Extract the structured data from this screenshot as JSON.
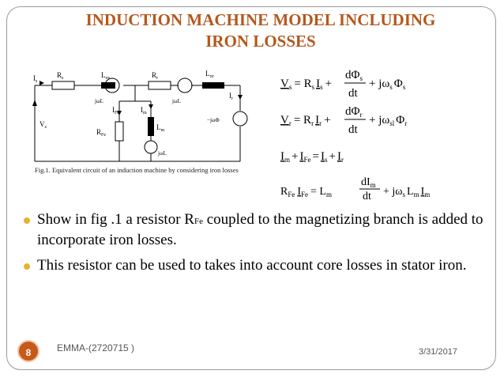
{
  "slide": {
    "title_line1": "INDUCTION MACHINE MODEL INCLUDING",
    "title_line2": "IRON LOSSES"
  },
  "figure": {
    "caption": "Fig.1. Equivalent circuit of an induction machine by considering iron losses",
    "labels": {
      "Is": "I",
      "Is_sub": "s",
      "Rs": "R",
      "Rs_sub": "s",
      "Lsigma_s": "L",
      "Lsigma_s_sub": "σs",
      "Rr": "R",
      "Rr_sub": "r",
      "Lsigma_r": "L",
      "Lsigma_r_sub": "σr",
      "Vs": "V",
      "Vs_sub": "s",
      "src1": "jω",
      "src1_rest": "L",
      "IFe": "I",
      "IFe_sub": "Fe",
      "Im": "I",
      "Im_sub": "m",
      "Lm": "L",
      "Lm_sub": "m",
      "RFe": "R",
      "RFe_sub": "Fe",
      "src2": "jω",
      "src2_rest": "L",
      "Ir": "I",
      "Ir_sub": "r",
      "src3": "−jω",
      "src3_rest": "Φ",
      "src4": "jω",
      "src4_rest": "L"
    }
  },
  "equations": [
    {
      "lhs": "V",
      "lhs_sub": "s",
      "eq": "= R",
      "r_sub": "s",
      "i": "I",
      "i_sub": "s",
      "plus": "+",
      "num": "dΦ",
      "num_sub": "s",
      "den": "dt",
      "tail": "+ jω",
      "tail_sub": "s",
      "phi": "Φ",
      "phi_sub": "s"
    },
    {
      "lhs": "V",
      "lhs_sub": "r",
      "eq": "= R",
      "r_sub": "r",
      "i": "I",
      "i_sub": "r",
      "plus": "+",
      "num": "dΦ",
      "num_sub": "r",
      "den": "dt",
      "tail": "+ jω",
      "tail_sub": "sl",
      "phi": "Φ",
      "phi_sub": "r"
    }
  ],
  "eq3": {
    "a": "I",
    "a_sub": "m",
    "p1": "+",
    "b": "I",
    "b_sub": "Fe",
    "e": "=",
    "c": "I",
    "c_sub": "s",
    "p2": "+",
    "d": "I",
    "d_sub": "r"
  },
  "eq4": {
    "a": "R",
    "a_sub": "Fe",
    "b": "I",
    "b_sub": "Fe",
    "e": "= L",
    "e_sub": "m",
    "num": "dI",
    "num_sub": "m",
    "den": "dt",
    "tail": "+ jω",
    "tail_sub": "s",
    "c": "L",
    "c_sub": "m",
    "d": "I",
    "d_sub": "m"
  },
  "bullets": [
    {
      "pre": "Show in fig .1 a resistor R",
      "sub": "Fe",
      "post": " coupled to the magnetizing branch is added to incorporate iron losses."
    },
    {
      "pre": "This resistor can be used to takes into account core losses in stator iron.",
      "sub": "",
      "post": ""
    }
  ],
  "footer": {
    "slide_number": "8",
    "author": "EMMA-(2720715 )",
    "date": "3/31/2017"
  },
  "colors": {
    "title": "#b5571d",
    "bullet": "#e8b22c",
    "badge": "#c7591a"
  }
}
